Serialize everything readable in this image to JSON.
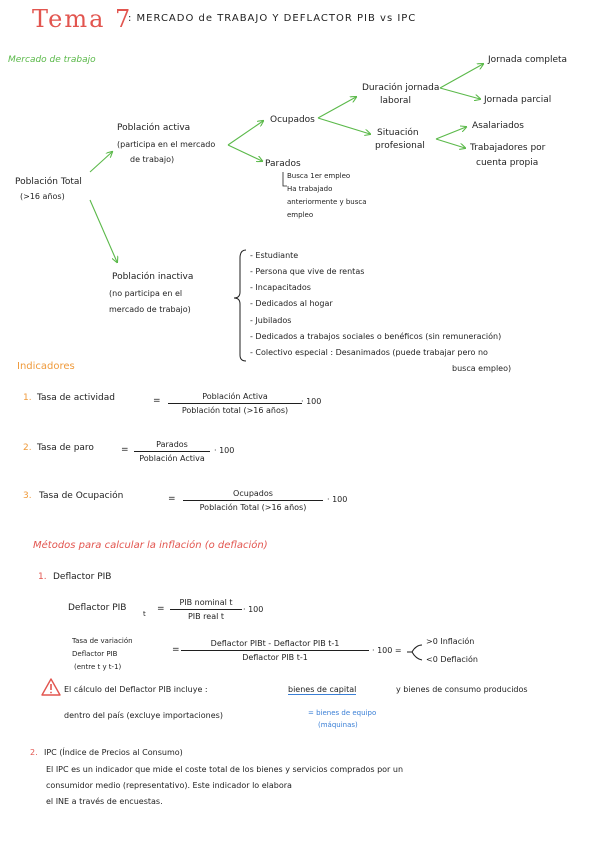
{
  "title": {
    "tema": "Tema 7",
    "rest": ": MERCADO de TRABAJO Y DEFLACTOR PIB vs IPC"
  },
  "mercado": {
    "heading": "Mercado de trabajo",
    "poblacion_total": "Población Total",
    "poblacion_total_age": "(>16 años)",
    "activa": [
      "Población activa",
      "(participa en el mercado",
      "de trabajo)"
    ],
    "ocupados": "Ocupados",
    "parados": "Parados",
    "parados_items": [
      "Busca 1er empleo",
      "Ha trabajado",
      "anteriormente y busca",
      "empleo"
    ],
    "duracion": [
      "Duración jornada",
      "laboral"
    ],
    "situacion": [
      "Situación",
      "profesional"
    ],
    "jornada_completa": "Jornada completa",
    "jornada_parcial": "Jornada parcial",
    "asalariados": "Asalariados",
    "cuenta_propia": [
      "Trabajadores por",
      "cuenta propia"
    ],
    "inactiva": [
      "Población inactiva",
      "(no participa en el",
      "mercado de trabajo)"
    ],
    "inactiva_items": [
      "- Estudiante",
      "- Persona que vive de rentas",
      "- Incapacitados",
      "- Dedicados al hogar",
      "- Jubilados",
      "- Dedicados a trabajos sociales o benéficos (sin remuneración)",
      "- Colectivo especial : Desanimados (puede trabajar pero no",
      "busca empleo)"
    ]
  },
  "indicadores": {
    "heading": "Indicadores",
    "items": [
      {
        "num": "1.",
        "label": "Tasa de actividad",
        "eq": "=",
        "numerator": "Población Activa",
        "denominator": "Población total (>16 años)",
        "mult": "· 100"
      },
      {
        "num": "2.",
        "label": "Tasa de paro",
        "eq": "=",
        "numerator": "Parados",
        "denominator": "Población Activa",
        "mult": "· 100"
      },
      {
        "num": "3.",
        "label": "Tasa de Ocupación",
        "eq": "=",
        "numerator": "Ocupados",
        "denominator": "Población Total (>16 años)",
        "mult": "· 100"
      }
    ]
  },
  "metodos": {
    "heading": "Métodos para calcular la inflación (o deflación)",
    "deflactor_num": "1.",
    "deflactor_title": "Deflactor PIB",
    "deflactor_label": "Deflactor PIB",
    "deflactor_sub": "t",
    "deflactor_eq": "=",
    "deflactor_numerator": "PIB nominal t",
    "deflactor_denominator": "PIB real t",
    "deflactor_mult": "· 100",
    "tasa_var_lines": [
      "Tasa de variación",
      "Deflactor PIB",
      "(entre t y t-1)"
    ],
    "tasa_var_eq": "=",
    "tasa_var_numerator": "Deflactor PIBt - Deflactor PIB t-1",
    "tasa_var_denominator": "Deflactor PIB t-1",
    "tasa_var_mult": "· 100 =",
    "gt": ">0 Inflación",
    "lt": "<0 Deflación",
    "warning_line1_pre": "El cálculo del Deflactor PIB incluye :",
    "warning_bienes_capital": "bienes de capital",
    "warning_line1_post": "y bienes de consumo producidos",
    "warning_line2": "dentro del país (excluye importaciones)",
    "bienes_equipo": [
      "= bienes de equipo",
      "(máquinas)"
    ],
    "ipc_num": "2.",
    "ipc_title": "IPC (Índice de Precios al Consumo)",
    "ipc_lines": [
      "El IPC es un indicador que mide el coste total de los bienes y servicios comprados por un",
      "consumidor medio (representativo). Este indicador lo elabora",
      "el INE a través de encuestas."
    ]
  }
}
